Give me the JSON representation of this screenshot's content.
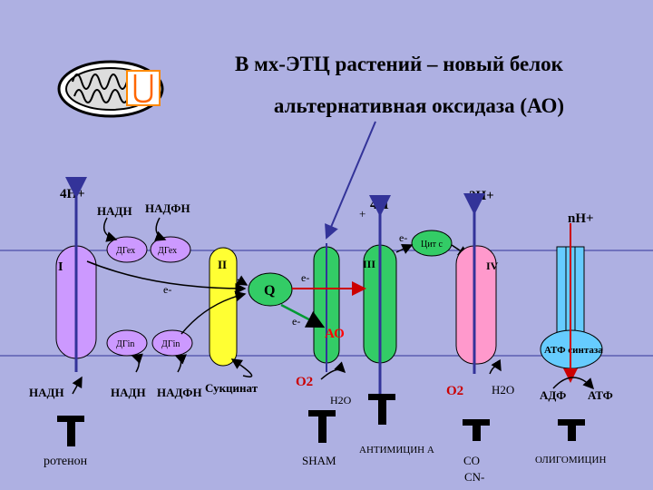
{
  "title": {
    "line1": "В мх-ЭТЦ растений – новый белок",
    "line2": "альтернативная оксидаза (АО)"
  },
  "protons": {
    "left": "4Н+",
    "mid": "4Н",
    "mid_plus": "+",
    "right": "2Н+",
    "n": "nН+"
  },
  "substrates": {
    "nadh_top": "НАДН",
    "nadph_top": "НАДФН",
    "nadh_left": "НАДН",
    "nadh_bottom": "НАДН",
    "nadph_bottom": "НАДФН",
    "succinate": "Сукцинат"
  },
  "complexes": {
    "I": "I",
    "II": "II",
    "III": "III",
    "IV": "IV",
    "dg_ex1": "ДГех",
    "dg_ex2": "ДГех",
    "dg_in1": "ДГin",
    "dg_in2": "ДГin",
    "cyt_c": "Цит с",
    "q": "Q",
    "ao": "АО",
    "atp_synthase": "АТФ синтаза"
  },
  "electrons": {
    "e1": "е-",
    "e2": "е-",
    "e3": "е-",
    "e4": "е-"
  },
  "products": {
    "o2_left": "О2",
    "h2o_left": "Н2О",
    "o2_right": "О2",
    "h2o_right": "Н2О",
    "adp": "АДФ",
    "atp": "АТФ"
  },
  "inhibitors": {
    "rotenone": "ротенон",
    "sham": "SHAM",
    "antimycin": "АНТИМИЦИН А",
    "co": "СО",
    "cn": "CN-",
    "oligomycin": "ОЛИГОМИЦИН"
  },
  "colors": {
    "background": "#aeb0e2",
    "complex_I": "#cc99ff",
    "complex_II": "#ffff33",
    "complex_III": "#33cc66",
    "complex_IV": "#ff99cc",
    "atp_synthase": "#66ccff",
    "q": "#33cc66",
    "ao": "#ff0000",
    "pump_arrow": "#333399",
    "electron_path": "#cc0000"
  }
}
